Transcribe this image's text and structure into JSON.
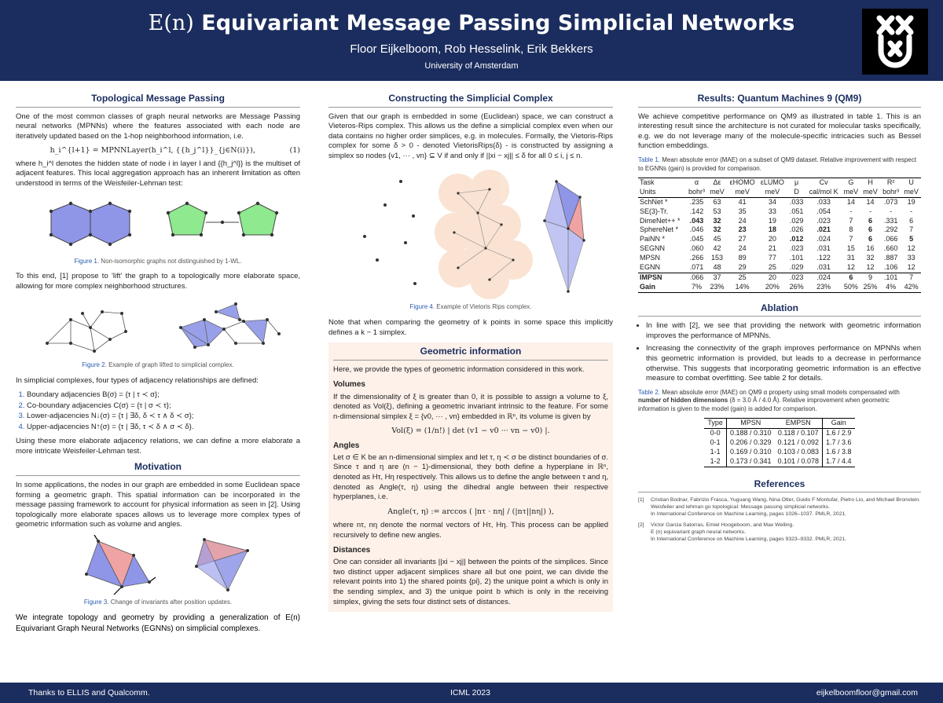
{
  "header": {
    "title_math": "E(n)",
    "title_rest": "Equivariant Message Passing Simplicial Networks",
    "authors": "Floor Eijkelboom, Rob Hesselink, Erik Bekkers",
    "affiliation": "University of Amsterdam"
  },
  "footer": {
    "left": "Thanks to ELLIS and Qualcomm.",
    "center": "ICML 2023",
    "right": "eijkelboomfloor@gmail.com"
  },
  "col1": {
    "topo_title": "Topological Message Passing",
    "topo_p1": "One of the most common classes of graph neural networks are Message Passing neural networks (MPNNs) where the features associated with each node are iteratively updated based on the 1-hop neighborhood information, i.e.",
    "topo_eq": "h_i^{l+1} = MPNNLayer(h_i^l, {{h_j^l}}_{j∈N(i)}),",
    "topo_eq_num": "(1)",
    "topo_p2": "where h_i^l denotes the hidden state of node i in layer l and {{h_j^l}} is the multiset of adjacent features. This local aggregation approach has an inherent limitation as often understood in terms of the Weisfeiler-Lehman test:",
    "fig1_label": "Figure 1.",
    "fig1_caption": "Non-isomorphic graphs not distinguished by 1-WL.",
    "topo_p3": "To this end, [1] propose to 'lift' the graph to a topologically more elaborate space, allowing for more complex neighborhood structures.",
    "fig2_label": "Figure 2.",
    "fig2_caption": "Example of graph lifted to simplicial complex.",
    "topo_p4": "In simplicial complexes, four types of adjacency relationships are defined:",
    "adjacencies": [
      "Boundary adjacencies B(σ) = {τ | τ ≺ σ};",
      "Co-boundary adjacencies C(σ) = {τ | σ ≺ τ};",
      "Lower-adjacencies N↓(σ) = {τ | ∃δ, δ ≺ τ ∧ δ ≺ σ};",
      "Upper-adjacencies N↑(σ) = {τ | ∃δ, τ ≺ δ ∧ σ ≺ δ}."
    ],
    "topo_p5": "Using these more elaborate adjacency relations, we can define a more elaborate a more intricate Weisfeiler-Lehman test.",
    "motiv_title": "Motivation",
    "motiv_p1": "In some applications, the nodes in our graph are embedded in some Euclidean space forming a geometric graph. This spatial information can be incorporated in the message passing framework to account for physical information as seen in [2]. Using topologically more elaborate spaces allows us to leverage more complex types of geometric information such as volume and angles.",
    "fig3_label": "Figure 3.",
    "fig3_caption": "Change of invariants after position updates.",
    "motiv_p2": "We integrate topology and geometry by providing a generalization of E(n) Equivariant Graph Neural Networks (EGNNs) on simplicial complexes."
  },
  "col2": {
    "cons_title": "Constructing the Simplicial Complex",
    "cons_p1": "Given that our graph is embedded in some (Euclidean) space, we can construct a Vieteros-Rips complex. This allows us the define a simplicial complex even when our data contains no higher order simplices, e.g. in molecules. Formally, the Vietoris-Rips complex for some δ > 0 - denoted VietorisRips(δ) - is constructed by assigning a simplex so nodes {v1, ··· , vn} ⊆ V if and only if ||xi − xj|| ≤ δ for all 0 ≤ i, j ≤ n.",
    "fig4_label": "Figure 4.",
    "fig4_caption": "Example of Vietoris Rips complex.",
    "cons_p2": "Note that when comparing the geometry of k points in some space this implicitly defines a k − 1 simplex.",
    "geo_title": "Geometric information",
    "geo_p1": "Here, we provide the types of geometric information considered in this work.",
    "vol_title": "Volumes",
    "vol_p1": "If the dimensionality of ξ is greater than 0, it is possible to assign a volume to ξ, denoted as Vol(ξ), defining a geometric invariant intrinsic to the feature. For some n-dimensional simplex ξ = {v0, ··· , vn} embedded in ℝⁿ, its volume is given by",
    "vol_eq": "Vol(ξ) = (1/n!) | det (v1 − v0 ··· vn − v0) |.",
    "ang_title": "Angles",
    "ang_p1": "Let σ ∈ K be an n-dimensional simplex and let τ, η ≺ σ be distinct boundaries of σ. Since τ and η are (n − 1)-dimensional, they both define a hyperplane in ℝⁿ, denoted as Hτ, Hη respectively. This allows us to define the angle between τ and η, denoted as Angle(τ, η) using the dihedral angle between their respective hyperplanes, i.e.",
    "ang_eq": "Angle(τ, η) := arccos ( |nτ · nη| / (|nτ||nη|) ),",
    "ang_p2": "where nτ, nη denote the normal vectors of Hτ, Hη. This process can be applied recursively to define new angles.",
    "dist_title": "Distances",
    "dist_p1": "One can consider all invariants ||xi − xj|| between the points of the simplices. Since two distinct upper adjacent simplices share all but one point, we can divide the relevant points into 1) the shared points {pi}, 2) the unique point a which is only in the sending simplex, and 3) the unique point b which is only in the receiving simplex, giving the sets four distinct sets of distances."
  },
  "col3": {
    "res_title": "Results: Quantum Machines 9 (QM9)",
    "res_p1": "We achieve competitive performance on QM9 as illustrated in table 1. This is an interesting result since the architecture is not curated for molecular tasks specifically, e.g. we do not leverage many of the molecule-specific intricacies such as Bessel function embeddings.",
    "table1_label": "Table 1.",
    "table1_caption": "Mean absolute error (MAE) on a subset of QM9 dataset. Relative improvement with respect to EGNNs (gain) is provided for comparison.",
    "table1": {
      "task_label": "Task",
      "units_label": "Units",
      "tasks": [
        "α",
        "Δε",
        "εHOMO",
        "εLUMO",
        "μ",
        "Cv",
        "G",
        "H",
        "R²",
        "U"
      ],
      "units": [
        "bohr³",
        "meV",
        "meV",
        "meV",
        "D",
        "cal/mol K",
        "meV",
        "meV",
        "bohr³",
        "meV"
      ],
      "rows": [
        {
          "name": "SchNet *",
          "vals": [
            ".235",
            "63",
            "41",
            "34",
            ".033",
            ".033",
            "14",
            "14",
            ".073",
            "19"
          ]
        },
        {
          "name": "SE(3)-Tr.",
          "vals": [
            ".142",
            "53",
            "35",
            "33",
            ".051",
            ".054",
            "-",
            "-",
            "-",
            "-"
          ]
        },
        {
          "name": "DimeNet++ *",
          "vals": [
            ".043",
            "32",
            "24",
            "19",
            ".029",
            ".023",
            "7",
            "6",
            ".331",
            "6"
          ]
        },
        {
          "name": "SphereNet *",
          "vals": [
            ".046",
            "32",
            "23",
            "18",
            ".026",
            ".021",
            "8",
            "6",
            ".292",
            "7"
          ]
        },
        {
          "name": "PaiNN *",
          "vals": [
            ".045",
            "45",
            "27",
            "20",
            ".012",
            ".024",
            "7",
            "6",
            ".066",
            "5"
          ]
        },
        {
          "name": "SEGNN",
          "vals": [
            ".060",
            "42",
            "24",
            "21",
            ".023",
            ".031",
            "15",
            "16",
            ".660",
            "12"
          ]
        },
        {
          "name": "MPSN",
          "vals": [
            ".266",
            "153",
            "89",
            "77",
            ".101",
            ".122",
            "31",
            "32",
            ".887",
            "33"
          ]
        },
        {
          "name": "EGNN",
          "vals": [
            ".071",
            "48",
            "29",
            "25",
            ".029",
            ".031",
            "12",
            "12",
            ".106",
            "12"
          ]
        }
      ],
      "impsn": {
        "name": "IMPSN",
        "vals": [
          ".066",
          "37",
          "25",
          "20",
          ".023",
          ".024",
          "6",
          "9",
          ".101",
          "7"
        ]
      },
      "gain": {
        "name": "Gain",
        "vals": [
          "7%",
          "23%",
          "14%",
          "20%",
          "26%",
          "23%",
          "50%",
          "25%",
          "4%",
          "42%"
        ]
      }
    },
    "abl_title": "Ablation",
    "abl_items": [
      "In line with [2], we see that providing the network with geometric information improves the performance of MPNNs.",
      "Increasing the connectivity of the graph improves performance on MPNNs when this geometric information is provided, but leads to a decrease in performance otherwise. This suggests that incorporating geometric information is an effective measure to combat overfitting. See table 2 for details."
    ],
    "table2_label": "Table 2.",
    "table2_caption_a": "Mean absolute error (MAE) on QM9 α property using small models compensated with",
    "table2_caption_b": "number of hidden dimensions",
    "table2_caption_c": "(δ = 3.0 Å / 4.0 Å). Relative improvement when geometric information is given to the model (gain) is added for comparison.",
    "table2": {
      "headers": [
        "Type",
        "MPSN",
        "EMPSN",
        "Gain"
      ],
      "rows": [
        [
          "0-0",
          "0.188 / 0.310",
          "0.118 / 0.107",
          "1.6 / 2.9"
        ],
        [
          "0-1",
          "0.206 / 0.329",
          "0.121 / 0.092",
          "1.7 / 3.6"
        ],
        [
          "1-1",
          "0.169 / 0.310",
          "0.103 / 0.083",
          "1.6 / 3.8"
        ],
        [
          "1-2",
          "0.173 / 0.341",
          "0.101 / 0.078",
          "1.7 / 4.4"
        ]
      ]
    },
    "ref_title": "References",
    "references": [
      {
        "num": "[1]",
        "line1": "Cristian Bodnar, Fabrizio Frasca, Yuguang Wang, Nina Otter, Guido F Montufar, Pietro Lio, and Michael Bronstein.",
        "line2": "Weisfeiler and lehman go topological: Message passing simplicial networks.",
        "line3": "In International Conference on Machine Learning, pages 1026–1037. PMLR, 2021."
      },
      {
        "num": "[2]",
        "line1": "Victor Garcia Satorras, Emiel Hoogeboom, and Max Welling.",
        "line2": "E (n) equivariant graph neural networks.",
        "line3": "In International Conference on Machine Learning, pages 9323–9332. PMLR, 2021."
      }
    ]
  },
  "colors": {
    "navy": "#1b2d5e",
    "simplex_blue": "#8f96e8",
    "simplex_green": "#8fe98f",
    "simplex_red": "#f0a3a3",
    "rips_circle": "#f6cdb0",
    "geo_box_bg": "#fdf1ea"
  }
}
